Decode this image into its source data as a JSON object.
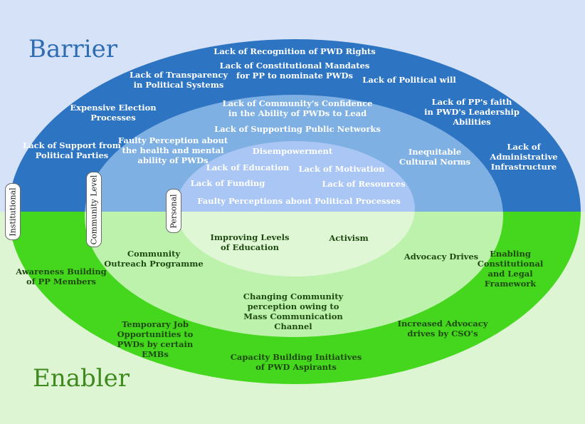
{
  "headings": {
    "barrier": "Barrier",
    "enabler": "Enabler"
  },
  "levels": {
    "institutional": "Institutional",
    "community": "Community Level",
    "personal": "Personal"
  },
  "colors": {
    "bg_top": "#d6e2f7",
    "bg_bottom": "#ddf5d3",
    "outer_top": "#2d74c2",
    "outer_bottom": "#45d61e",
    "middle_top": "#7fb0e3",
    "middle_bottom": "#bdf2ad",
    "inner_top": "#a9c6f5",
    "inner_bottom": "#e0f7d6"
  },
  "barriers": {
    "institutional": [
      "Lack of Recognition of PWD Rights",
      "Lack of Constitutional Mandates\nfor PP to nominate PWDs",
      "Lack of Transparency\nin Political Systems",
      "Lack of Political will",
      "Expensive Election\nProcesses",
      "Lack of PP's faith\nin PWD's Leadership\nAbilities",
      "Lack of Support from\nPolitical Parties",
      "Lack of\nAdministrative\nInfrastructure"
    ],
    "community": [
      "Lack of Community's Confidence\nin the Ability of PWDs to Lead",
      "Lack of Supporting Public Networks",
      "Faulty Perception about\nthe health and mental\nability of PWDs",
      "Inequitable\nCultural Norms"
    ],
    "personal": [
      "Disempowerment",
      "Lack of Education",
      "Lack of Motivation",
      "Lack of Funding",
      "Lack of Resources",
      "Faulty Perceptions about Political Processes"
    ]
  },
  "enablers": {
    "personal": [
      "Improving Levels\nof Education",
      "Activism"
    ],
    "community": [
      "Community\nOutreach Programme",
      "Advocacy Drives",
      "Changing Community\nperception owing to\nMass Communication\nChannel"
    ],
    "institutional": [
      "Awareness Building\nof PP Members",
      "Enabling\nConstitutional\nand Legal Framework",
      "Temporary Job\nOpportunities to\nPWDs by certain\nEMBs",
      "Increased Advocacy\ndrives by CSO's",
      "Capacity Building Initiatives\nof PWD Aspirants"
    ]
  }
}
